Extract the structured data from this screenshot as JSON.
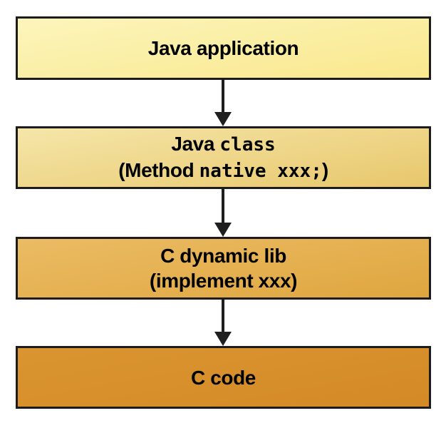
{
  "diagram": {
    "type": "flowchart",
    "direction": "top-to-bottom",
    "boxes": {
      "java_application": {
        "label": "Java application"
      },
      "java_class": {
        "line1_prefix": "Java ",
        "line1_code": "class",
        "line2_prefix": "(Method ",
        "line2_code": "native xxx;",
        "line2_suffix": ")"
      },
      "c_dynamic_lib": {
        "line1": "C dynamic lib",
        "line2": "(implement xxx)"
      },
      "c_code": {
        "label": "C code"
      }
    },
    "colors": {
      "background": "#FFFFFF",
      "border": "#1C1C1C",
      "arrow": "#1F1F1F",
      "text": "#000000",
      "box1_fill_top": "#FCF5BC",
      "box1_fill_bottom": "#F9E88D",
      "box2_fill_top": "#F5E6A9",
      "box2_fill_bottom": "#E8C76C",
      "box3_fill_top": "#EBBC64",
      "box3_fill_bottom": "#DFA63F",
      "box4_fill_top": "#DA9530",
      "box4_fill_bottom": "#D48A26"
    }
  }
}
